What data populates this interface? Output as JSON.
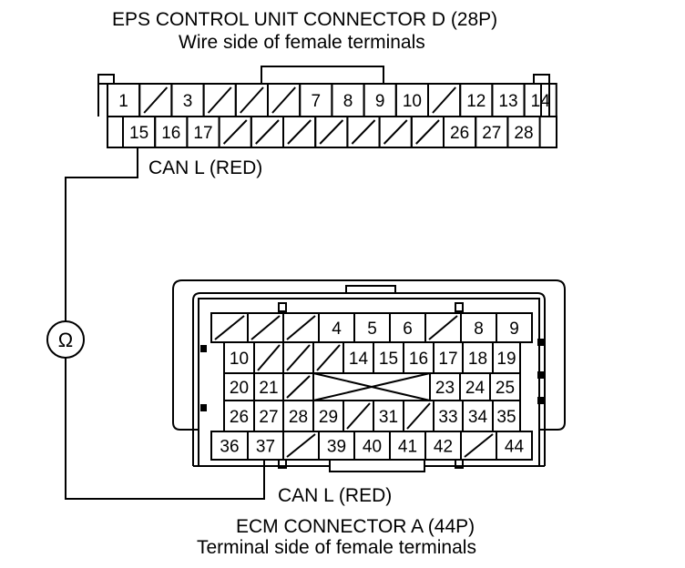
{
  "eps_connector": {
    "title": "EPS CONTROL UNIT CONNECTOR D (28P)",
    "subtitle": "Wire side of female terminals",
    "row1": [
      "1",
      "",
      "3",
      "",
      "",
      "",
      "7",
      "8",
      "9",
      "10",
      "",
      "12",
      "13",
      "14"
    ],
    "row2": [
      "",
      "15",
      "16",
      "17",
      "",
      "",
      "",
      "",
      "",
      "",
      "",
      "26",
      "27",
      "28"
    ],
    "wire_label": "CAN L (RED)"
  },
  "ohmmeter": {
    "symbol": "Ω"
  },
  "ecm_connector": {
    "title": "ECM CONNECTOR A (44P)",
    "subtitle": "Terminal side of female terminals",
    "wire_label": "CAN L (RED)",
    "row1": [
      "",
      "",
      "",
      "4",
      "5",
      "6",
      "",
      "8",
      "9"
    ],
    "row2": [
      "10",
      "",
      "",
      "",
      "14",
      "15",
      "16",
      "17",
      "18",
      "19"
    ],
    "row3": [
      "20",
      "21",
      "",
      "23",
      "24",
      "25"
    ],
    "row4": [
      "26",
      "27",
      "28",
      "29",
      "",
      "31",
      "",
      "33",
      "34",
      "35"
    ],
    "row5": [
      "36",
      "37",
      "",
      "39",
      "40",
      "41",
      "42",
      "",
      "44"
    ]
  }
}
